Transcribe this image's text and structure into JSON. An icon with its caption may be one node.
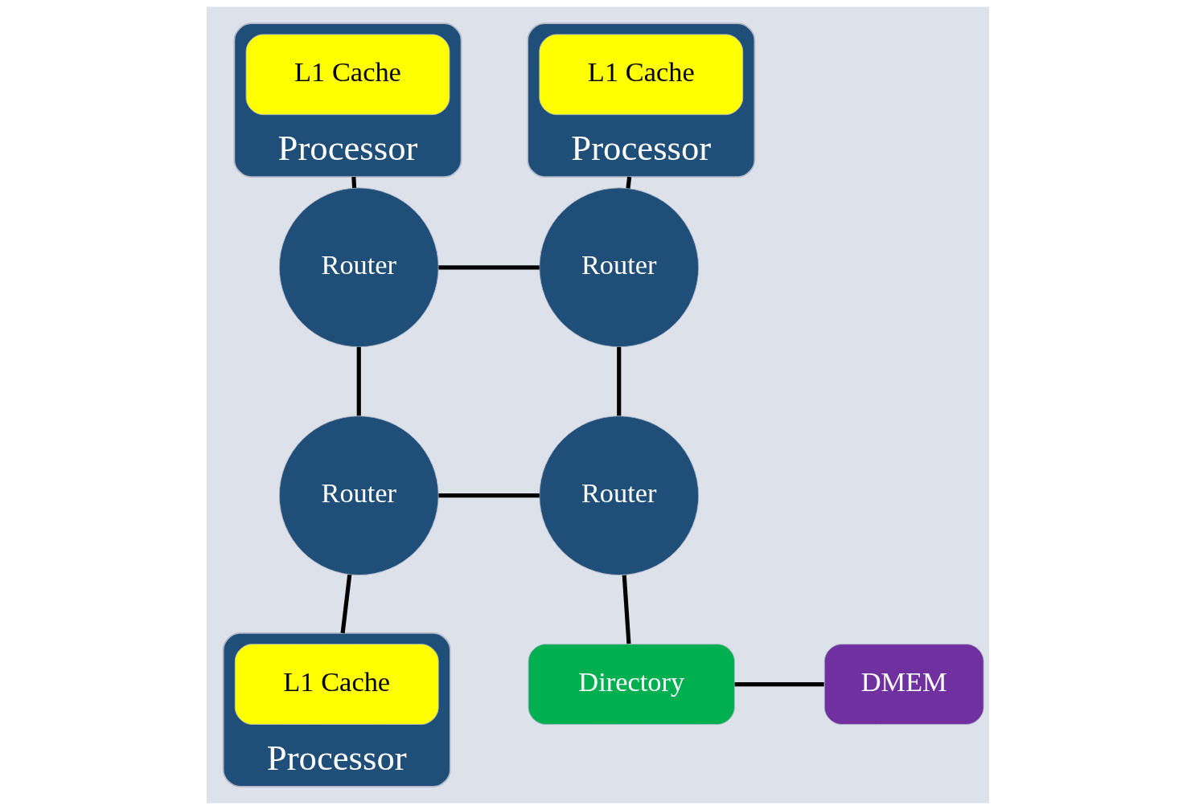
{
  "diagram": {
    "nodes": [
      {
        "text": [
          "Processor"
        ]
      },
      {
        "text": [
          "L1 Cache"
        ],
        "in": 0
      },
      {
        "text": [
          "Processor"
        ]
      },
      {
        "text": [
          "L1 Cache"
        ],
        "in": 2
      },
      {
        "text": [
          "Router"
        ]
      },
      {
        "text": [
          "Router"
        ]
      },
      {
        "text": [
          "Router"
        ]
      },
      {
        "text": [
          "Router"
        ]
      },
      {
        "text": [
          "Processor"
        ]
      },
      {
        "text": [
          "L1 Cache"
        ],
        "in": 8
      },
      {
        "text": [
          "Directory"
        ]
      },
      {
        "text": [
          "DMEM"
        ]
      }
    ],
    "edges": [
      {
        "from": 0,
        "to": 4,
        "arrow": "none"
      },
      {
        "from": 2,
        "to": 5,
        "arrow": "none"
      },
      {
        "from": 4,
        "to": 5,
        "arrow": "none"
      },
      {
        "from": 4,
        "to": 6,
        "arrow": "none"
      },
      {
        "from": 5,
        "to": 7,
        "arrow": "none"
      },
      {
        "from": 6,
        "to": 7,
        "arrow": "none"
      },
      {
        "from": 6,
        "to": 8,
        "arrow": "none"
      },
      {
        "from": 7,
        "to": 10,
        "arrow": "none"
      },
      {
        "from": 10,
        "to": 11,
        "arrow": "none"
      }
    ]
  }
}
